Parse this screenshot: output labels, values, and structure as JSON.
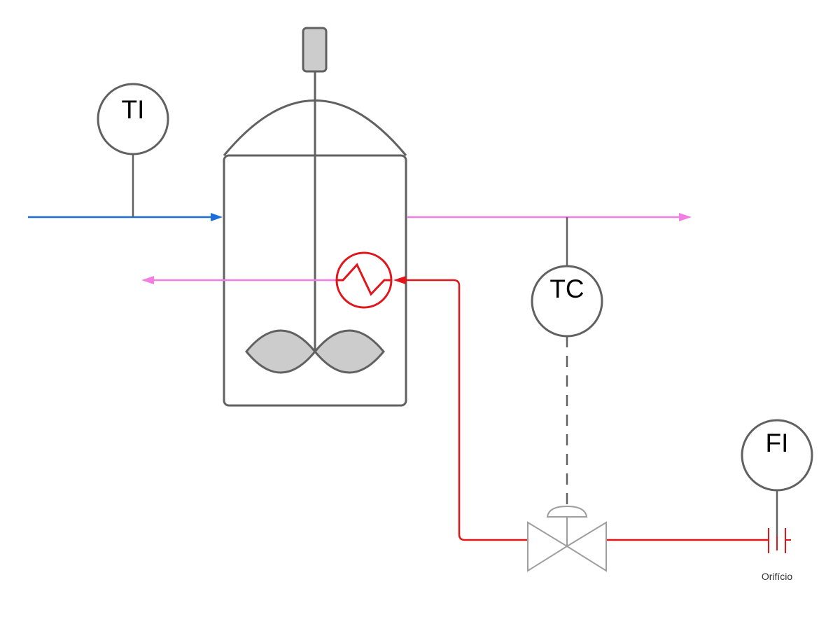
{
  "diagram": {
    "title": "Reactor temperature control P&ID",
    "instruments": {
      "ti": {
        "tag": "TI"
      },
      "tc": {
        "tag": "TC"
      },
      "fi": {
        "tag": "FI"
      }
    },
    "labels": {
      "orifice": "Orifício"
    },
    "colors": {
      "equipment_stroke": "#616161",
      "equipment_fill": "#cccccc",
      "feed_line": "#1a6fdc",
      "product_line": "#f27ee2",
      "utility_line": "#e0161a",
      "signal_line": "#616161",
      "valve_stroke": "#9e9e9e"
    }
  }
}
